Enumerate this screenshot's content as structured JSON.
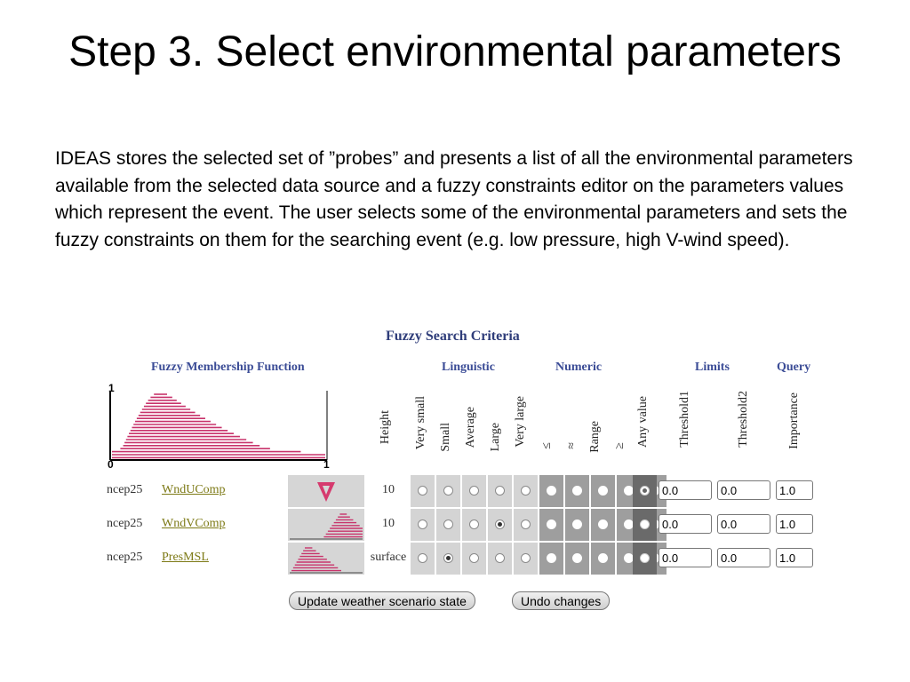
{
  "slide": {
    "title": "Step 3. Select environmental parameters",
    "body": " IDEAS stores the selected set of ”probes” and presents a list of all the environmental parameters available from the selected data source and a fuzzy constraints editor on the parameters values which represent the event. The user selects some of the environmental parameters and sets the fuzzy constraints on them for the searching event (e.g. low pressure, high V-wind speed)."
  },
  "criteria": {
    "title": "Fuzzy Search Criteria",
    "sections": {
      "membership": "Fuzzy Membership Function",
      "linguistic": "Linguistic",
      "numeric": "Numeric",
      "limits": "Limits",
      "query": "Query"
    },
    "membership_axis": {
      "y_top": "1",
      "x_left": "0",
      "x_right": "1"
    },
    "columns": {
      "height": "Height",
      "very_small": "Very small",
      "small": "Small",
      "average": "Average",
      "large": "Large",
      "very_large": "Very large",
      "lte": "≤",
      "approx": "≈",
      "range": "Range",
      "gte": "≥",
      "any_value": "Any value",
      "threshold1": "Threshold1",
      "threshold2": "Threshold2",
      "importance": "Importance"
    },
    "rows": [
      {
        "source": "ncep25",
        "variable": "WndUComp",
        "height": "10",
        "linguistic_selected": -1,
        "numeric_selected": -1,
        "any_selected": true,
        "threshold1": "0.0",
        "threshold2": "0.0",
        "importance": "1.0",
        "thumb_shape": "triangle-down"
      },
      {
        "source": "ncep25",
        "variable": "WndVComp",
        "height": "10",
        "linguistic_selected": 3,
        "numeric_selected": -1,
        "any_selected": false,
        "threshold1": "0.0",
        "threshold2": "0.0",
        "importance": "1.0",
        "thumb_shape": "hump-right"
      },
      {
        "source": "ncep25",
        "variable": "PresMSL",
        "height": "surface",
        "linguistic_selected": 1,
        "numeric_selected": -1,
        "any_selected": false,
        "threshold1": "0.0",
        "threshold2": "0.0",
        "importance": "1.0",
        "thumb_shape": "hump-left"
      }
    ]
  },
  "buttons": {
    "update": "Update weather scenario state",
    "undo": "Undo changes"
  },
  "colors": {
    "membership": "#c8336b",
    "header": "#3b4c96",
    "link": "#7d7a16"
  }
}
